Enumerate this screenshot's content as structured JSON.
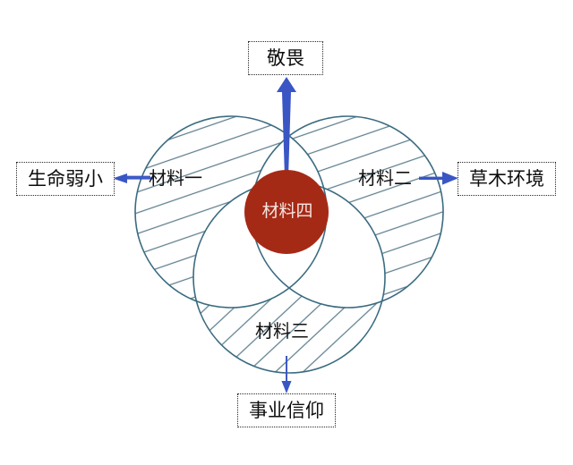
{
  "diagram": {
    "type": "venn-3-circle",
    "background_color": "#ffffff",
    "circle_stroke_color": "#3a6b80",
    "hatch_color": "#5f7f8f",
    "arrow_color": "#3a56c4",
    "center_fill_color": "#a52a16",
    "center_text_color": "#f4e6e2",
    "box_border_color": "#2a2a2a",
    "text_color": "#111111"
  },
  "regions": {
    "circle_left_label": "材料一",
    "circle_right_label": "材料二",
    "circle_bottom_label": "材料三",
    "center_label": "材料四"
  },
  "callouts": {
    "top": "敬畏",
    "left": "生命弱小",
    "right": "草木环境",
    "bottom": "事业信仰"
  },
  "arrows": {
    "top_direction": "up",
    "left_direction": "left",
    "right_direction": "right",
    "bottom_direction": "down"
  }
}
